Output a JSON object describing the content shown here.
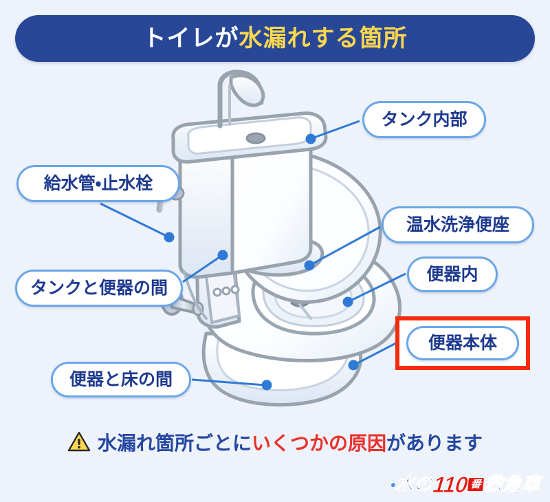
{
  "header": {
    "title_plain": "トイレが",
    "title_accent": "水漏れする箇所",
    "bg_color": "#284796",
    "accent_color": "#ffd84d"
  },
  "page": {
    "background_color": "#eef2fb",
    "label_border_color": "#6aa7e6",
    "label_text_color": "#1e3a8f",
    "leader_color": "#2e7ad6",
    "highlight_color": "#f42c0c"
  },
  "callouts": [
    {
      "id": "tank-inside",
      "label": "タンク内部",
      "highlighted": false
    },
    {
      "id": "supply-pipe",
      "label": "給水管・止水栓",
      "highlighted": false
    },
    {
      "id": "washlet",
      "label": "温水洗浄便座",
      "highlighted": false
    },
    {
      "id": "bowl-inside",
      "label": "便器内",
      "highlighted": false
    },
    {
      "id": "tank-bowl",
      "label": "タンクと便器の間",
      "highlighted": false
    },
    {
      "id": "bowl-body",
      "label": "便器本体",
      "highlighted": true
    },
    {
      "id": "bowl-floor",
      "label": "便器と床の間",
      "highlighted": false
    }
  ],
  "caption": {
    "icon": "warning-triangle-icon",
    "part1": "水漏れ箇所ごとに",
    "part2": "いくつかの原因",
    "part3": "があります"
  },
  "logo": {
    "brand_water": "水の",
    "brand_number": "110",
    "brand_ban": "番",
    "brand_tail": "救急車"
  },
  "illustration": {
    "name": "toilet-with-tank-and-washlet",
    "outline_color": "#8b97a3",
    "fill_color": "#ffffff",
    "shade_color": "#dde5f0"
  }
}
